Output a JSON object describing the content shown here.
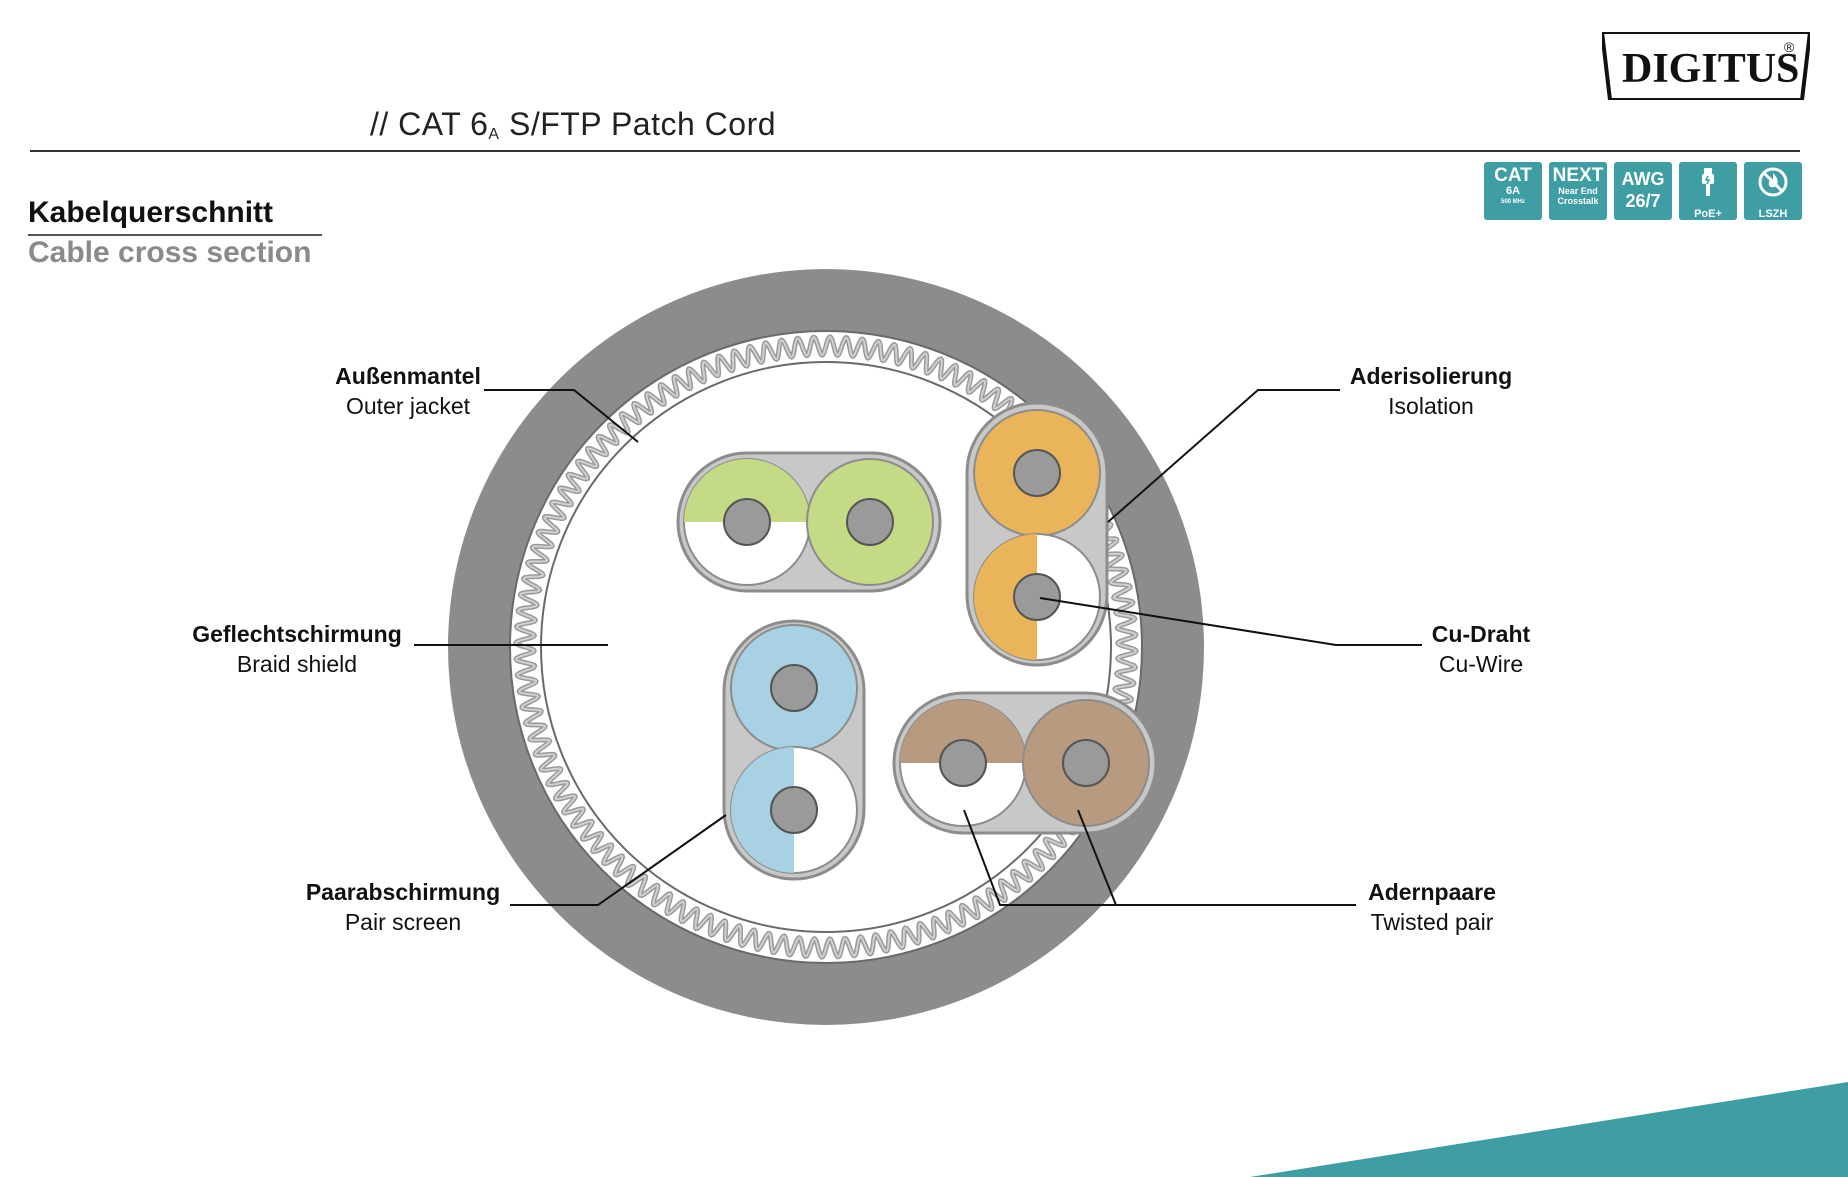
{
  "header": {
    "title_main": "//  CAT 6",
    "title_sub": "A",
    "title_rest": " S/FTP Patch Cord",
    "logo_text": "DIGITUS",
    "logo_mark": "®"
  },
  "badges": [
    {
      "line1": "CAT",
      "line2": "6A",
      "line3": "500 MHz"
    },
    {
      "line1": "NEXT",
      "line2": "Near End",
      "line3": "Crosstalk"
    },
    {
      "line1": "AWG",
      "line2": "26/7"
    },
    {
      "line1": "PoE+",
      "icon": "plug-icon"
    },
    {
      "line1": "LSZH",
      "icon": "no-fire-icon"
    }
  ],
  "section": {
    "title_de": "Kabelquerschnitt",
    "title_en": "Cable cross section"
  },
  "labels": {
    "outer_jacket": {
      "de": "Außenmantel",
      "en": "Outer jacket"
    },
    "isolation": {
      "de": "Aderisolierung",
      "en": "Isolation"
    },
    "braid_shield": {
      "de": "Geflechtschirmung",
      "en": "Braid shield"
    },
    "cu_wire": {
      "de": "Cu-Draht",
      "en": "Cu-Wire"
    },
    "pair_screen": {
      "de": "Paarabschirmung",
      "en": "Pair screen"
    },
    "twisted_pair": {
      "de": "Adernpaare",
      "en": "Twisted pair"
    }
  },
  "colors": {
    "accent_teal": "#3e9ea3",
    "jacket_gray": "#8c8c8c",
    "pair_green": "#c5da84",
    "pair_orange": "#e9b45a",
    "pair_blue": "#a8d2e3",
    "pair_brown": "#b89a80",
    "conductor_gray": "#9a9a9a"
  }
}
